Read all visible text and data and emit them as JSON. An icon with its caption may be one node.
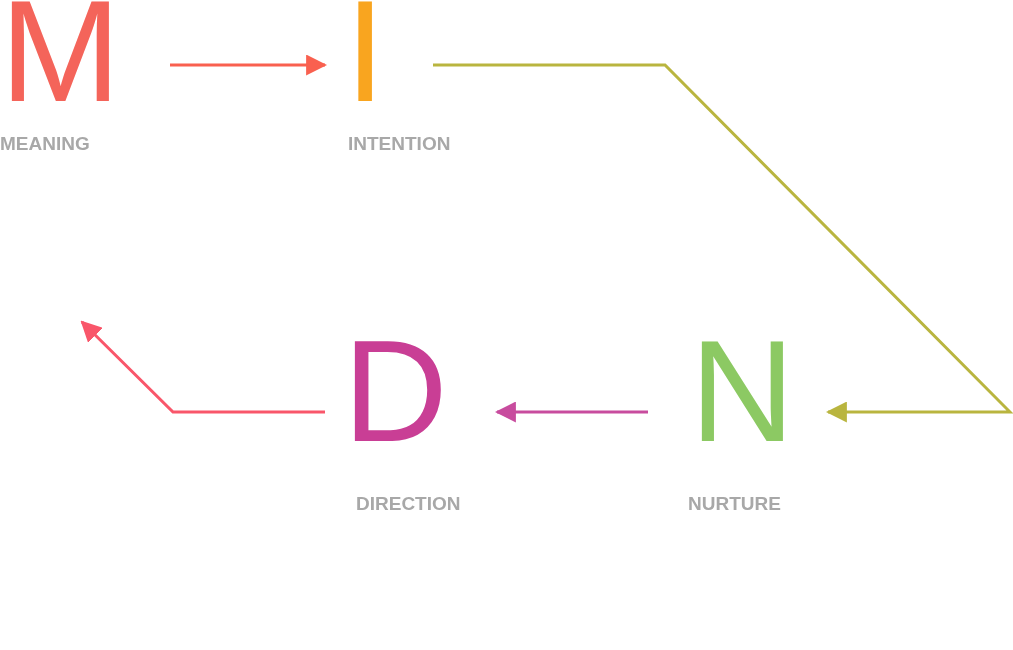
{
  "diagram": {
    "nodes": [
      {
        "text": [
          "M",
          "MEANING"
        ]
      },
      {
        "text": [
          "I",
          "INTENTION"
        ]
      },
      {
        "text": [
          "N",
          "NURTURE"
        ]
      },
      {
        "text": [
          "D",
          "DIRECTION"
        ]
      }
    ],
    "edges": [
      {
        "from": 0,
        "to": 1,
        "arrow": "to",
        "color": "#f9604f"
      },
      {
        "from": 1,
        "to": 2,
        "arrow": "to",
        "color": "#b9b53f"
      },
      {
        "from": 2,
        "to": 3,
        "arrow": "to",
        "color": "#c84c9e"
      },
      {
        "from": 3,
        "to": null,
        "arrow": "to",
        "color": "#f9566a"
      }
    ]
  }
}
